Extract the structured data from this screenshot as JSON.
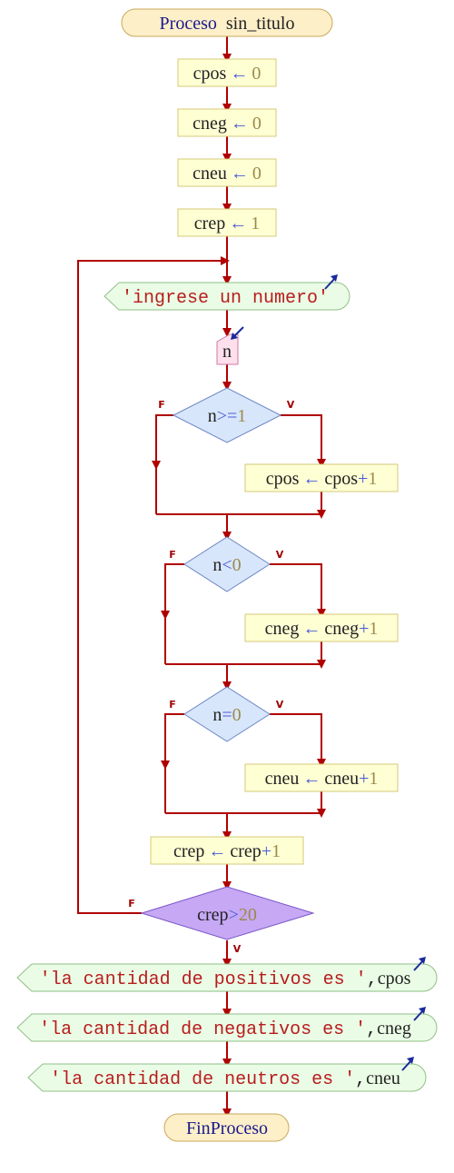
{
  "start_label": [
    "Proceso",
    "sin_titulo"
  ],
  "end_label": "FinProceso",
  "assign_symbol": "←",
  "init": [
    {
      "var": "cpos",
      "val": "0"
    },
    {
      "var": "cneg",
      "val": "0"
    },
    {
      "var": "cneu",
      "val": "0"
    },
    {
      "var": "crep",
      "val": "1"
    }
  ],
  "prompt": "'ingrese un numero'",
  "input_var": "n",
  "branch_labels": {
    "true": "V",
    "false": "F"
  },
  "decisions": [
    {
      "var": "n",
      "op": ">=",
      "val": "1",
      "target": "cpos",
      "expr_var": "cpos",
      "plus": "+",
      "inc": "1"
    },
    {
      "var": "n",
      "op": "<",
      "val": "0",
      "target": "cneg",
      "expr_var": "cneg",
      "plus": "+",
      "inc": "1"
    },
    {
      "var": "n",
      "op": "=",
      "val": "0",
      "target": "cneu",
      "expr_var": "cneu",
      "plus": "+",
      "inc": "1"
    }
  ],
  "counter": {
    "target": "crep",
    "expr_var": "crep",
    "plus": "+",
    "inc": "1"
  },
  "loop_cond": {
    "var": "crep",
    "op": ">",
    "val": "20"
  },
  "outputs": [
    {
      "str": "'la cantidad de positivos es '",
      "comma": ",",
      "var": "cpos"
    },
    {
      "str": "'la cantidad de negativos es '",
      "comma": ",",
      "var": "cneg"
    },
    {
      "str": "'la cantidad de neutros es '",
      "comma": ",",
      "var": "cneu"
    }
  ]
}
